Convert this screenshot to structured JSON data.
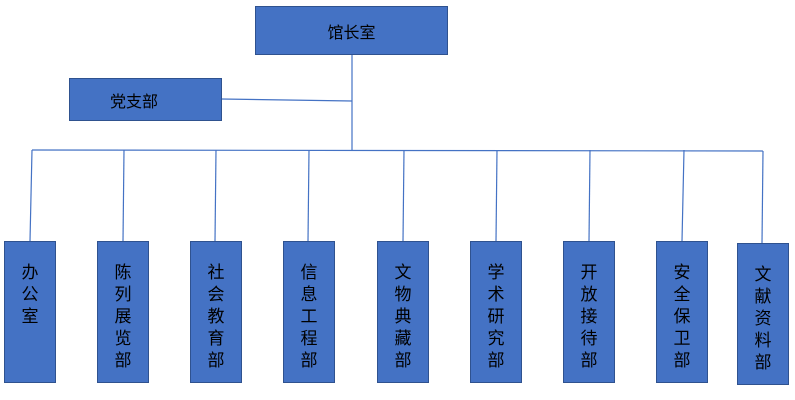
{
  "root": {
    "label": "馆长室"
  },
  "side": {
    "label": "党支部"
  },
  "departments": [
    {
      "label": "办公室"
    },
    {
      "label": "陈列展览部"
    },
    {
      "label": "社会教育部"
    },
    {
      "label": "信息工程部"
    },
    {
      "label": "文物典藏部"
    },
    {
      "label": "学术研究部"
    },
    {
      "label": "开放接待部"
    },
    {
      "label": "安全保卫部"
    },
    {
      "label": "文献资料部"
    }
  ],
  "colors": {
    "box_fill": "#4472c4",
    "box_border": "#2f528f",
    "connector": "#4472c4"
  }
}
